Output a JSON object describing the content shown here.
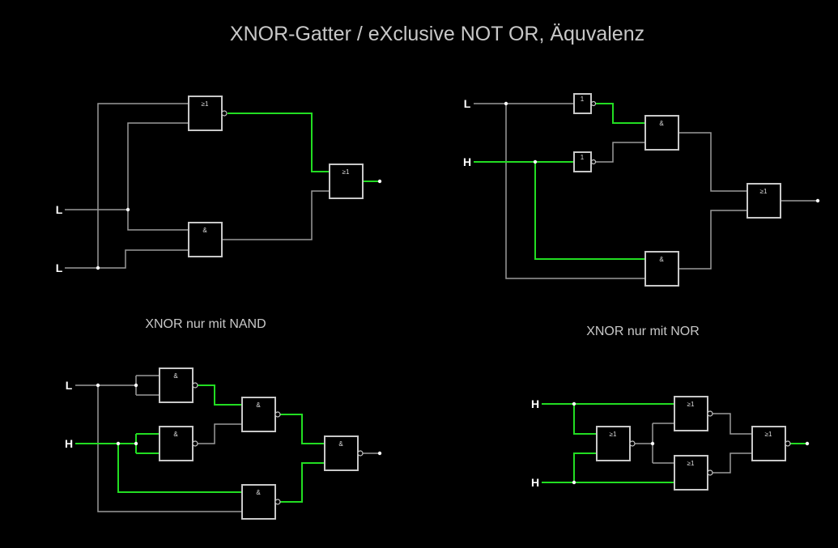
{
  "title": "XNOR-Gatter / eXclusive NOT OR, Äquvalenz",
  "subtitles": {
    "nand": "XNOR nur mit NAND",
    "nor": "XNOR nur mit NOR"
  },
  "symbols": {
    "or": "≥1",
    "and": "&",
    "not": "1"
  },
  "inputs": {
    "c1_a": "L",
    "c1_b": "L",
    "c2_a": "L",
    "c2_b": "H",
    "c3_a": "L",
    "c3_b": "H",
    "c4_a": "H",
    "c4_b": "H"
  },
  "colors": {
    "background": "#000000",
    "wire_low": "#9a9a9a",
    "wire_high": "#22dd22",
    "gate": "#c8c8c8"
  }
}
